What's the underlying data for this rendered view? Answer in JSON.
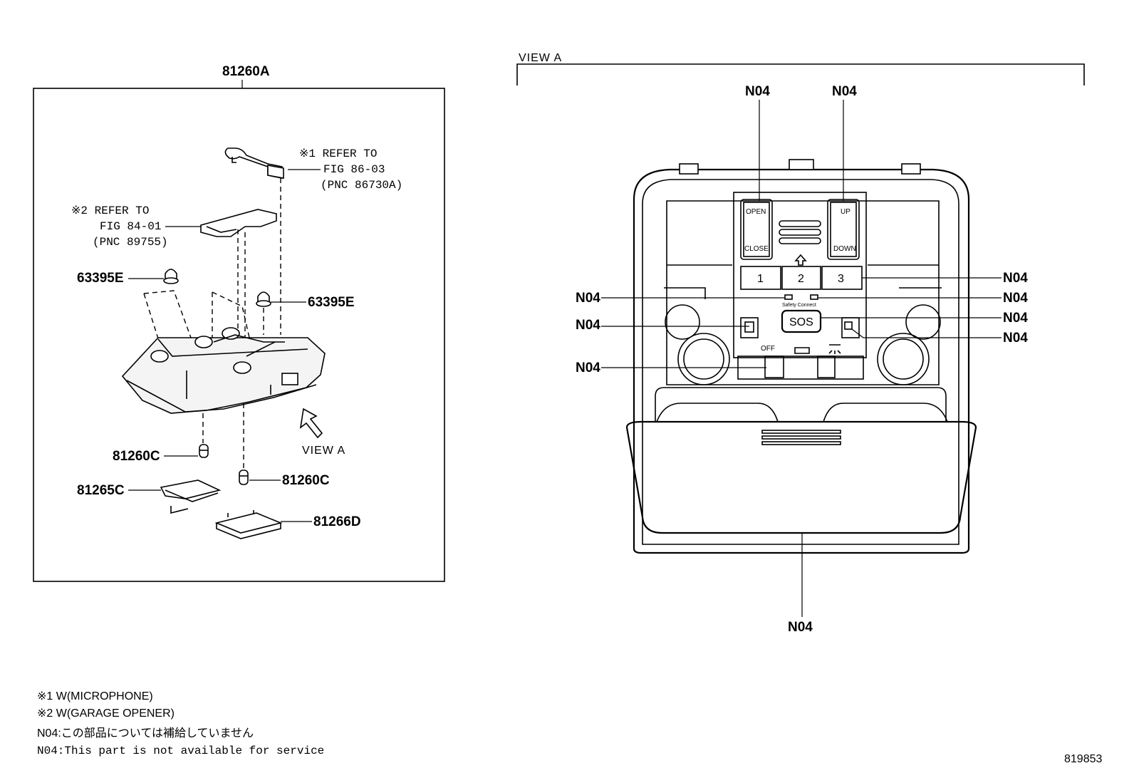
{
  "left_panel": {
    "assembly_label": "81260A",
    "parts": {
      "p63395e_left": "63395E",
      "p63395e_right": "63395E",
      "p81260c_left": "81260C",
      "p81260c_right": "81260C",
      "p81265c": "81265C",
      "p81266d": "81266D"
    },
    "ref1": {
      "line1": "※1 REFER TO",
      "line2": "FIG 86-03",
      "line3": "(PNC 86730A)"
    },
    "ref2": {
      "line1": "※2 REFER TO",
      "line2": "FIG 84-01",
      "line3": "(PNC 89755)"
    },
    "view_arrow_label": "VIEW A"
  },
  "right_panel": {
    "view_title": "VIEW A",
    "callout": "N04",
    "switch_left": {
      "top": "OPEN",
      "bottom": "CLOSE"
    },
    "switch_right": {
      "top": "UP",
      "bottom": "DOWN"
    },
    "buttons": [
      "1",
      "2",
      "3"
    ],
    "indicator_text": "Safety Connect",
    "sos_label": "SOS",
    "dome_off_label": "OFF"
  },
  "footnotes": {
    "note1": "※1 W(MICROPHONE)",
    "note2": "※2 W(GARAGE OPENER)",
    "note3": "N04:この部品については補給していません",
    "note4": "N04:This part is not available for service"
  },
  "figure_id": "819853"
}
